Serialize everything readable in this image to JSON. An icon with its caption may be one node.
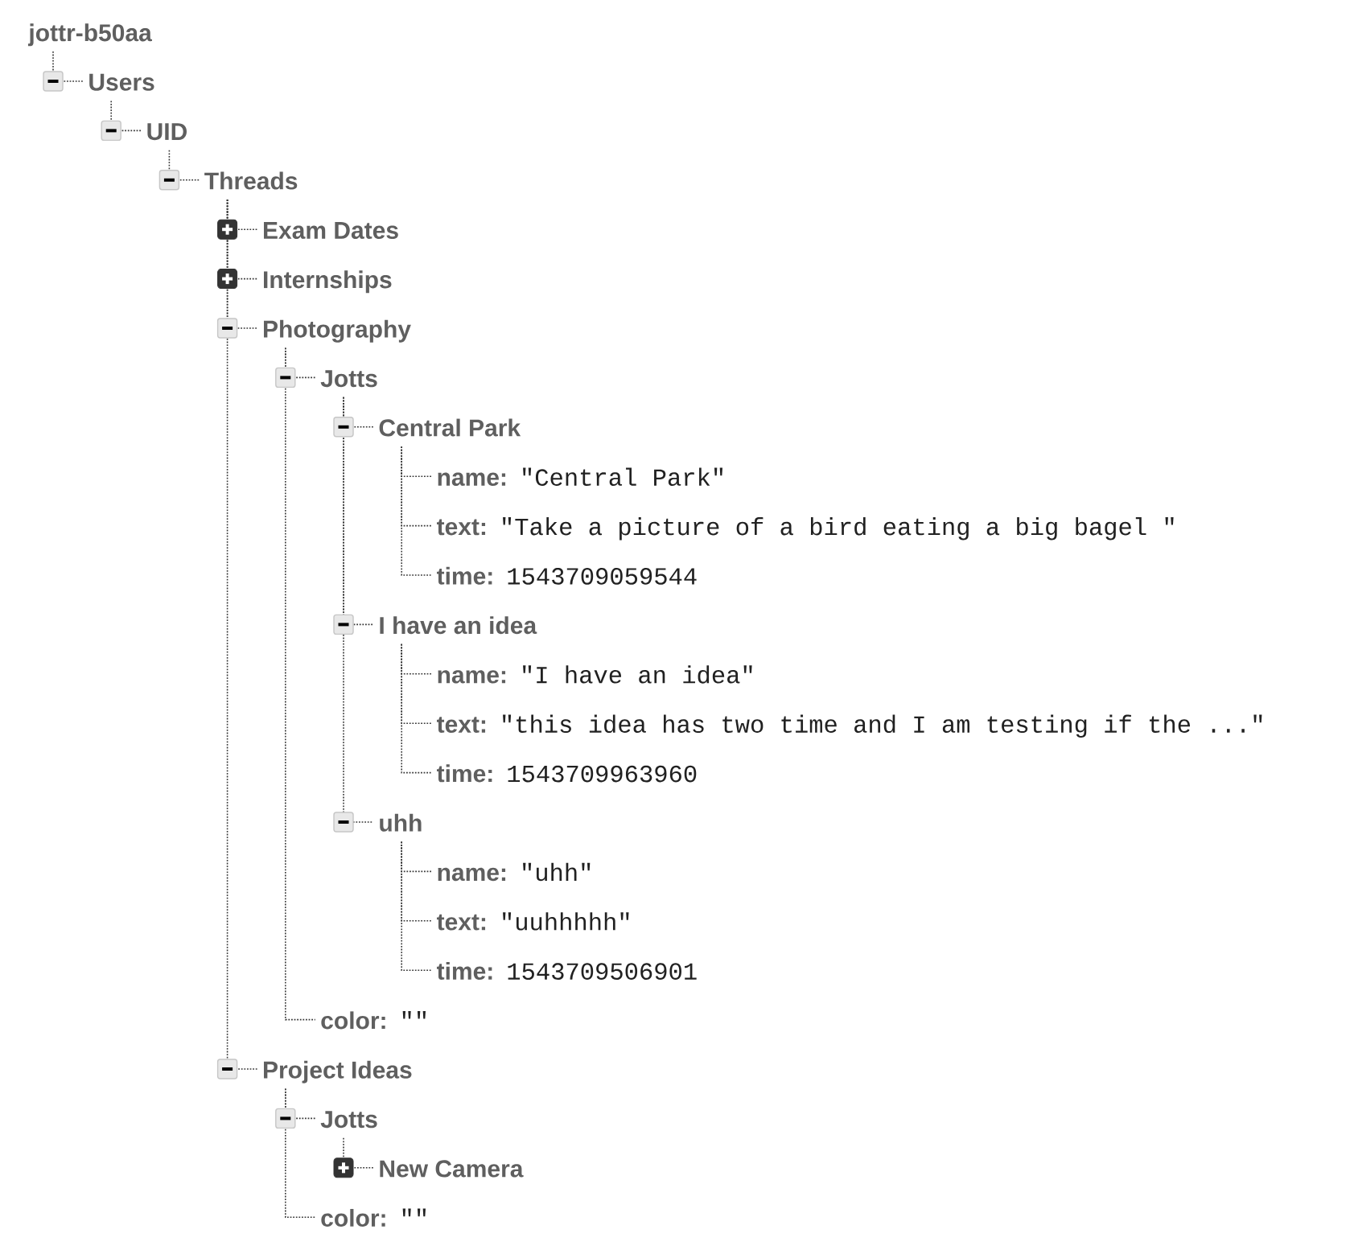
{
  "diagram": {
    "nodes": [
      {
        "text": [
          "jottr-b50aa"
        ]
      },
      {
        "text": [
          "Users"
        ]
      },
      {
        "text": [
          "UID"
        ]
      },
      {
        "text": [
          "Threads"
        ]
      },
      {
        "text": [
          "Exam Dates"
        ]
      },
      {
        "text": [
          "Internships"
        ]
      },
      {
        "text": [
          "Photography"
        ]
      },
      {
        "text": [
          "Jotts"
        ]
      },
      {
        "text": [
          "Central Park"
        ]
      },
      {
        "text": [
          "name:",
          "\"Central Park\""
        ]
      },
      {
        "text": [
          "text:",
          "\"Take a picture of a bird eating a big bagel \""
        ]
      },
      {
        "text": [
          "time:",
          "1543709059544"
        ]
      },
      {
        "text": [
          "I have an idea"
        ]
      },
      {
        "text": [
          "name:",
          "\"I have an idea\""
        ]
      },
      {
        "text": [
          "text:",
          "\"this idea has two time and I am testing if the ...\""
        ]
      },
      {
        "text": [
          "time:",
          "1543709963960"
        ]
      },
      {
        "text": [
          "uhh"
        ]
      },
      {
        "text": [
          "name:",
          "\"uhh\""
        ]
      },
      {
        "text": [
          "text:",
          "\"uuhhhhh\""
        ]
      },
      {
        "text": [
          "time:",
          "1543709506901"
        ]
      },
      {
        "text": [
          "color:",
          "\"\""
        ]
      },
      {
        "text": [
          "Project Ideas"
        ]
      },
      {
        "text": [
          "Jotts"
        ]
      },
      {
        "text": [
          "New Camera"
        ]
      },
      {
        "text": [
          "color:",
          "\"\""
        ]
      }
    ],
    "edges": [
      {
        "from": 0,
        "to": 1,
        "arrow": "none"
      },
      {
        "from": 1,
        "to": 2,
        "arrow": "none"
      },
      {
        "from": 2,
        "to": 3,
        "arrow": "none"
      },
      {
        "from": 3,
        "to": 4,
        "arrow": "none"
      },
      {
        "from": 3,
        "to": 5,
        "arrow": "none"
      },
      {
        "from": 3,
        "to": 6,
        "arrow": "none"
      },
      {
        "from": 6,
        "to": 7,
        "arrow": "none"
      },
      {
        "from": 7,
        "to": 8,
        "arrow": "none"
      },
      {
        "from": 8,
        "to": 9,
        "arrow": "none"
      },
      {
        "from": 8,
        "to": 10,
        "arrow": "none"
      },
      {
        "from": 8,
        "to": 11,
        "arrow": "none"
      },
      {
        "from": 7,
        "to": 12,
        "arrow": "none"
      },
      {
        "from": 12,
        "to": 13,
        "arrow": "none"
      },
      {
        "from": 12,
        "to": 14,
        "arrow": "none"
      },
      {
        "from": 12,
        "to": 15,
        "arrow": "none"
      },
      {
        "from": 7,
        "to": 16,
        "arrow": "none"
      },
      {
        "from": 16,
        "to": 17,
        "arrow": "none"
      },
      {
        "from": 16,
        "to": 18,
        "arrow": "none"
      },
      {
        "from": 16,
        "to": 19,
        "arrow": "none"
      },
      {
        "from": 6,
        "to": 20,
        "arrow": "none"
      },
      {
        "from": 3,
        "to": 21,
        "arrow": "none"
      },
      {
        "from": 21,
        "to": 22,
        "arrow": "none"
      },
      {
        "from": 22,
        "to": 23,
        "arrow": "none"
      },
      {
        "from": 21,
        "to": 24,
        "arrow": "none"
      }
    ]
  }
}
